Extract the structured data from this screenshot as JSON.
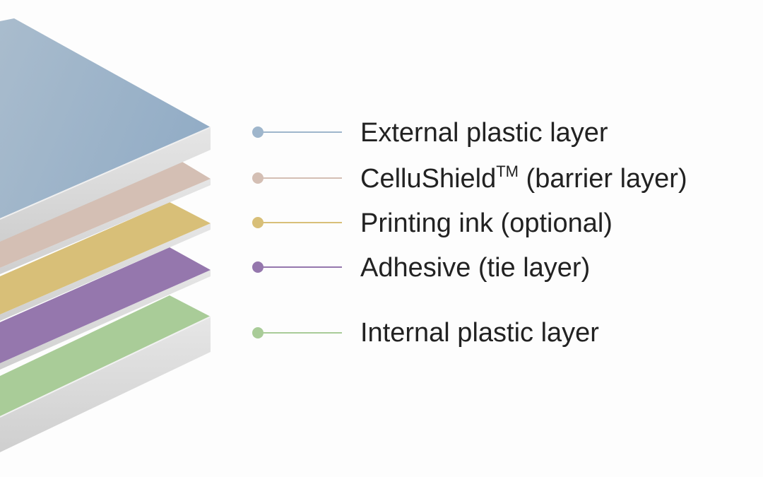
{
  "diagram": {
    "layers": [
      {
        "id": "external",
        "label": "External plastic layer",
        "color": "#9fb6cc"
      },
      {
        "id": "barrier",
        "label_main": "CelluShield",
        "label_sup": "TM",
        "label_tail": " (barrier layer)",
        "color": "#d4bfb4"
      },
      {
        "id": "ink",
        "label": "Printing ink (optional)",
        "color": "#d8bf78"
      },
      {
        "id": "adhesive",
        "label": "Adhesive (tie layer)",
        "color": "#9577ad"
      },
      {
        "id": "internal",
        "label": "Internal plastic layer",
        "color": "#a9cc98"
      }
    ]
  }
}
